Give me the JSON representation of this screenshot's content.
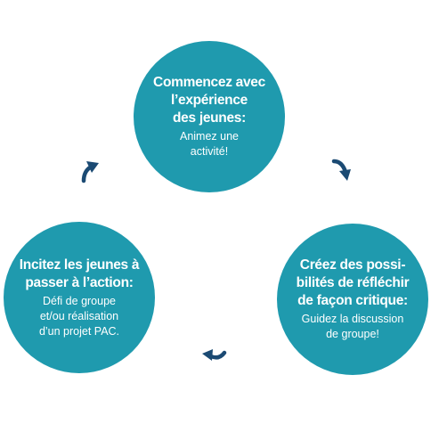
{
  "colors": {
    "circle": "#1f9aae",
    "arrow": "#1b4a73"
  },
  "steps": [
    {
      "heading_lines": [
        "Commencez avec",
        "l’expérience",
        "des jeunes:"
      ],
      "detail_lines": [
        "Animez une",
        "activité!"
      ]
    },
    {
      "heading_lines": [
        "Créez des possi-",
        "bilités de réfléchir",
        "de façon critique:"
      ],
      "detail_lines": [
        "Guidez la discussion",
        "de groupe!"
      ]
    },
    {
      "heading_lines": [
        "Incitez les jeunes à",
        "passer à l’action:"
      ],
      "detail_lines": [
        "Défi de groupe",
        "et/ou réalisation",
        "d’un projet PAC."
      ]
    }
  ],
  "arrows": [
    {
      "icon": "curved-arrow-down-right-icon"
    },
    {
      "icon": "curved-arrow-left-icon"
    },
    {
      "icon": "curved-arrow-up-right-icon"
    }
  ]
}
